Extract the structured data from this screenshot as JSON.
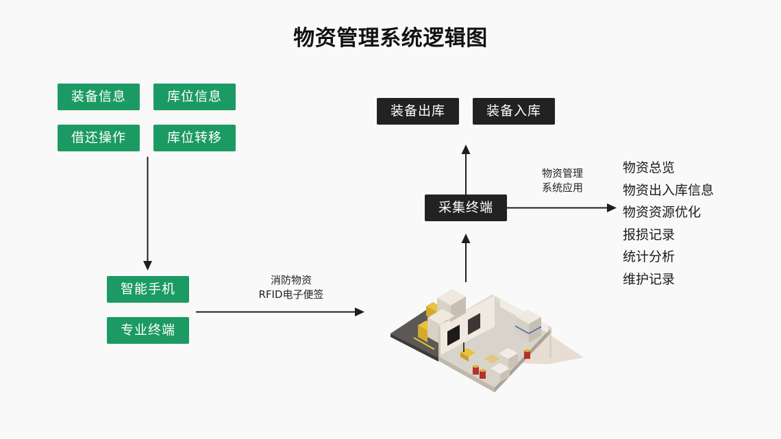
{
  "title": "物资管理系统逻辑图",
  "colors": {
    "green": "#1c9a63",
    "dark": "#222222",
    "background": "#f9f9f9",
    "arrow": "#1e1e1e"
  },
  "left_group": {
    "boxes": [
      "装备信息",
      "库位信息",
      "借还操作",
      "库位转移"
    ]
  },
  "device_group": {
    "boxes": [
      "智能手机",
      "专业终端"
    ]
  },
  "rfid_arrow_label": {
    "line1": "消防物资",
    "line2": "RFID电子便签"
  },
  "warehouse": {
    "icon": "isometric-warehouse-illustration"
  },
  "top_group": {
    "boxes": [
      "装备出库",
      "装备入库"
    ]
  },
  "collector": {
    "label": "采集终端"
  },
  "app_arrow_label": {
    "line1": "物资管理",
    "line2": "系统应用"
  },
  "features": {
    "items": [
      "物资总览",
      "物资出入库信息",
      "物资资源优化",
      "报损记录",
      "统计分析",
      "维护记录"
    ]
  }
}
